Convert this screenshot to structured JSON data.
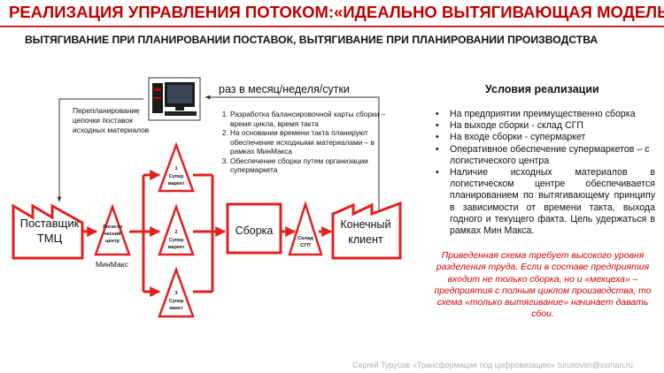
{
  "title": "РЕАЛИЗАЦИЯ УПРАВЛЕНИЯ ПОТОКОМ:«ИДЕАЛЬНО ВЫТЯГИВАЮЩАЯ МОДЕЛЬ»",
  "subtitle": "ВЫТЯГИВАНИЕ ПРИ ПЛАНИРОВАНИИ ПОСТАВОК, ВЫТЯГИВАНИЕ ПРИ ПЛАНИРОВАНИИ ПРОИЗВОДСТВА",
  "diagram": {
    "frequency": "раз в месяц/неделя/сутки",
    "replanning": "Перепланирование цепочки поставок исходных материалов",
    "steps": [
      "Разработка балансировочной карты сборки – время цикла, время такта",
      "На основании времени такта планируют обеспечение исходными материалами – в рамках МинМакса",
      "Обеспечение сборки путем организации супермаркета"
    ],
    "supplier_line1": "Поставщик",
    "supplier_line2": "ТМЦ",
    "logistics_line1": "Логисти",
    "logistics_line2": "ческий",
    "logistics_line3": "центр",
    "minmax": "МинМакс",
    "market1_num": "1",
    "market1_line1": "Супер",
    "market1_line2": "маркет",
    "market2_num": "2",
    "market2_line1": "Супер",
    "market2_line2": "маркет",
    "market3_num": "3",
    "market3_line1": "Супер",
    "market3_line2": "макет",
    "assembly": "Сборка",
    "warehouse_line1": "Склад",
    "warehouse_line2": "СГП",
    "client_line1": "Конечный",
    "client_line2": "клиент"
  },
  "conditions": {
    "title": "Условия реализации",
    "items": [
      "На предприятии преимущественно сборка",
      "На выходе сборки - склад СГП",
      "На входе сборки  - супермаркет",
      "Оперативное обеспечение супермаркетов – с логистического центра",
      "Наличие исходных материалов в логистическом центре обеспечивается планированием по вытягивающему принципу в зависимости от времени такта, выхода годного и текущего факта. Цель удержаться в рамках Мин Макса."
    ],
    "note": "Приведенная схема требует высокого уровня разделения труда. Если в составе предприятия входит не только сборка, но и «мехцеха» – предприятия с полным циклом производства, то схема «только вытягивание» начинает давать сбои."
  },
  "footer": "Сергей Турусов «Трансформация под цифровизацию» turusovsn@ssman.ru",
  "colors": {
    "accent": "#c00000",
    "flow": "#e02020",
    "line": "#333333",
    "footer": "#b0b0b0"
  },
  "icons": [
    "computer-icon"
  ]
}
